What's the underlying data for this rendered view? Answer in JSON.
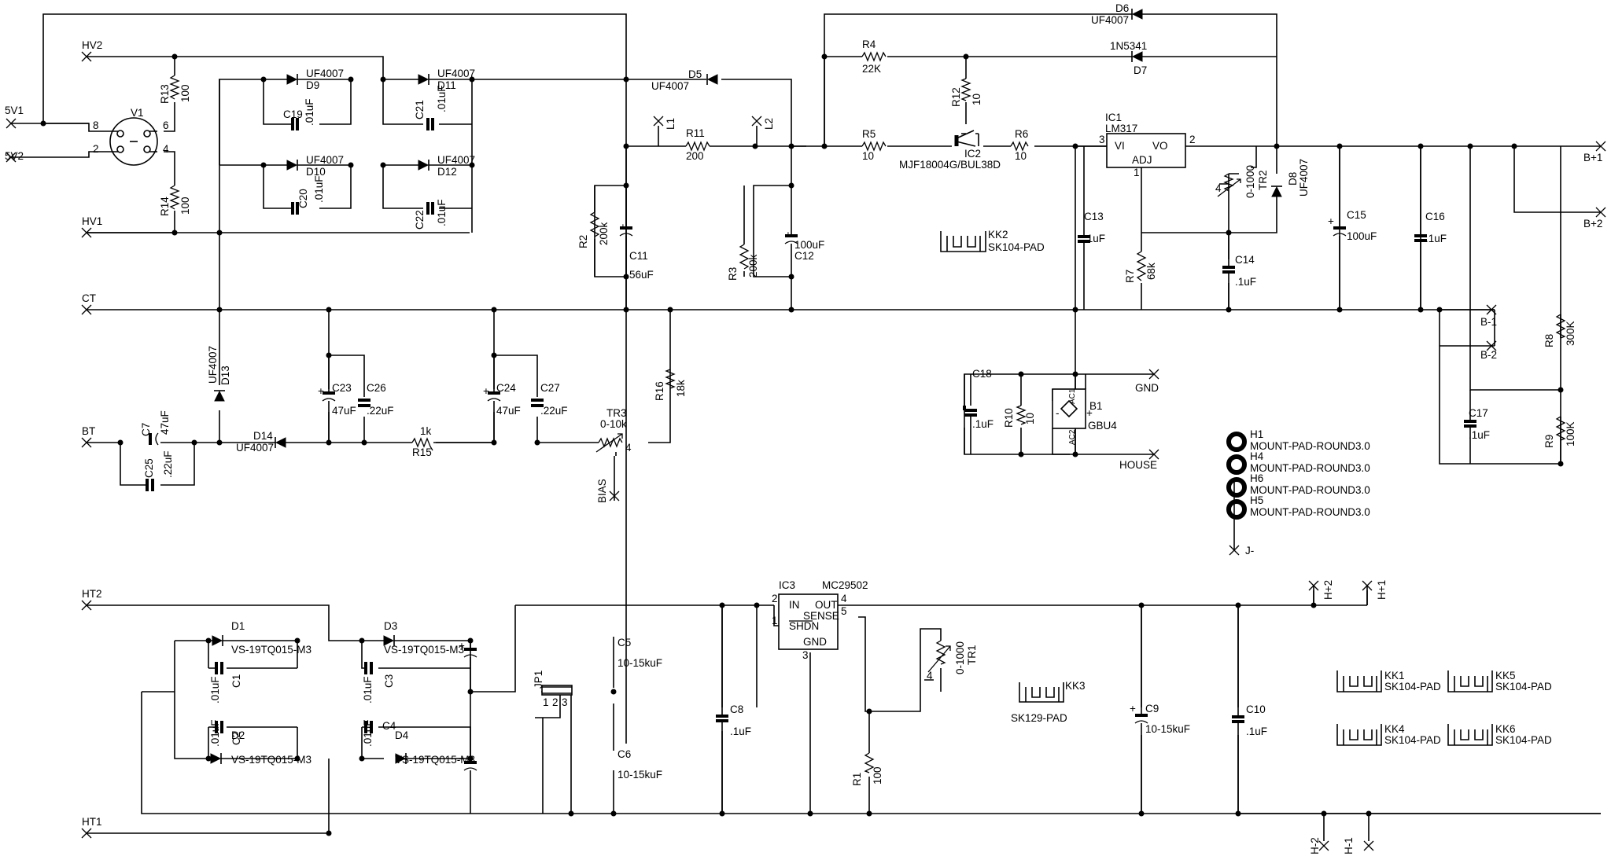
{
  "connectors": [
    {
      "id": "5V1",
      "label": "5V1"
    },
    {
      "id": "5V2",
      "label": "5V2"
    },
    {
      "id": "HV2",
      "label": "HV2"
    },
    {
      "id": "HV1",
      "label": "HV1"
    },
    {
      "id": "CT",
      "label": "CT"
    },
    {
      "id": "BT",
      "label": "BT"
    },
    {
      "id": "HT2",
      "label": "HT2"
    },
    {
      "id": "HT1",
      "label": "HT1"
    },
    {
      "id": "L1",
      "label": "L1"
    },
    {
      "id": "L2",
      "label": "L2"
    },
    {
      "id": "B+1",
      "label": "B+1"
    },
    {
      "id": "B+2",
      "label": "B+2"
    },
    {
      "id": "B-1",
      "label": "B-1"
    },
    {
      "id": "B-2",
      "label": "B-2"
    },
    {
      "id": "GND",
      "label": "GND"
    },
    {
      "id": "HOUSE",
      "label": "HOUSE"
    },
    {
      "id": "BIAS",
      "label": "BIAS"
    },
    {
      "id": "J-",
      "label": "J-"
    },
    {
      "id": "H+2",
      "label": "H+2"
    },
    {
      "id": "H+1",
      "label": "H+1"
    },
    {
      "id": "H-2",
      "label": "H-2"
    },
    {
      "id": "H-1",
      "label": "H-1"
    }
  ],
  "tube": {
    "ref": "V1",
    "pins": [
      "8",
      "6",
      "2",
      "4"
    ]
  },
  "resistors": [
    {
      "ref": "R13",
      "value": "100"
    },
    {
      "ref": "R14",
      "value": "100"
    },
    {
      "ref": "R11",
      "value": "200"
    },
    {
      "ref": "R2",
      "value": "200k"
    },
    {
      "ref": "R3",
      "value": "200k"
    },
    {
      "ref": "R4",
      "value": "22K"
    },
    {
      "ref": "R12",
      "value": "10"
    },
    {
      "ref": "R5",
      "value": "10"
    },
    {
      "ref": "R6",
      "value": "10"
    },
    {
      "ref": "R7",
      "value": "68k"
    },
    {
      "ref": "R10",
      "value": "10"
    },
    {
      "ref": "R15",
      "value": "1k"
    },
    {
      "ref": "R16",
      "value": "18k"
    },
    {
      "ref": "R8",
      "value": "300K"
    },
    {
      "ref": "R9",
      "value": "100K"
    },
    {
      "ref": "R1",
      "value": "100"
    }
  ],
  "capacitors": [
    {
      "ref": "C19",
      "value": ".01uF"
    },
    {
      "ref": "C20",
      "value": ".01uF"
    },
    {
      "ref": "C21",
      "value": ".01uF"
    },
    {
      "ref": "C22",
      "value": ".01uF"
    },
    {
      "ref": "C11",
      "value": "56uF"
    },
    {
      "ref": "C12",
      "value": "100uF"
    },
    {
      "ref": "C13",
      "value": ".1uF"
    },
    {
      "ref": "C14",
      "value": ".1uF"
    },
    {
      "ref": "C15",
      "value": "100uF"
    },
    {
      "ref": "C16",
      "value": ".1uF"
    },
    {
      "ref": "C17",
      "value": ".1uF"
    },
    {
      "ref": "C18",
      "value": ".1uF"
    },
    {
      "ref": "C7",
      "value": "47uF"
    },
    {
      "ref": "C25",
      "value": ".22uF"
    },
    {
      "ref": "C23",
      "value": "47uF"
    },
    {
      "ref": "C26",
      "value": ".22uF"
    },
    {
      "ref": "C24",
      "value": "47uF"
    },
    {
      "ref": "C27",
      "value": ".22uF"
    },
    {
      "ref": "C1",
      "value": ".01uF"
    },
    {
      "ref": "C2",
      "value": ".01uF"
    },
    {
      "ref": "C3",
      "value": ".01uF"
    },
    {
      "ref": "C4",
      "value": ".01uF"
    },
    {
      "ref": "C5",
      "value": "10-15kuF"
    },
    {
      "ref": "C6",
      "value": "10-15kuF"
    },
    {
      "ref": "C8",
      "value": ".1uF"
    },
    {
      "ref": "C9",
      "value": "10-15kuF"
    },
    {
      "ref": "C10",
      "value": ".1uF"
    }
  ],
  "diodes": [
    {
      "ref": "D9",
      "value": "UF4007"
    },
    {
      "ref": "D10",
      "value": "UF4007"
    },
    {
      "ref": "D11",
      "value": "UF4007"
    },
    {
      "ref": "D12",
      "value": "UF4007"
    },
    {
      "ref": "D5",
      "value": "UF4007"
    },
    {
      "ref": "D6",
      "value": "UF4007"
    },
    {
      "ref": "D7",
      "value": "1N5341"
    },
    {
      "ref": "D8",
      "value": "UF4007"
    },
    {
      "ref": "D13",
      "value": "UF4007"
    },
    {
      "ref": "D14",
      "value": "UF4007"
    },
    {
      "ref": "D1",
      "value": "VS-19TQ015-M3"
    },
    {
      "ref": "D2",
      "value": "VS-19TQ015-M3"
    },
    {
      "ref": "D3",
      "value": "VS-19TQ015-M3"
    },
    {
      "ref": "D4",
      "value": "VS-19TQ015-M3"
    }
  ],
  "trimmers": [
    {
      "ref": "TR2",
      "value": "0-1000"
    },
    {
      "ref": "TR3",
      "value": "0-10k"
    },
    {
      "ref": "TR1",
      "value": "0-1000"
    }
  ],
  "ics": [
    {
      "ref": "IC1",
      "value": "LM317",
      "pins": {
        "vi": "VI",
        "vo": "VO",
        "adj": "ADJ",
        "p3": "3",
        "p2": "2",
        "p1": "1"
      }
    },
    {
      "ref": "IC2",
      "value": "MJF18004G/BUL38D"
    },
    {
      "ref": "IC3",
      "value": "MC29502",
      "pins": {
        "in": "IN",
        "out": "OUT",
        "sense": "SENSE",
        "shdn": "SHDN",
        "gnd": "GND",
        "p1": "1",
        "p2": "2",
        "p3": "3",
        "p4": "4",
        "p5": "5"
      }
    }
  ],
  "bridge": {
    "ref": "B1",
    "value": "GBU4",
    "ac1": "AC1",
    "ac2": "AC2",
    "plus": "+",
    "minus": "-"
  },
  "jumper": {
    "ref": "JP1",
    "pins": [
      "1",
      "2",
      "3"
    ]
  },
  "heatsinks": [
    {
      "ref": "KK2",
      "value": "SK104-PAD"
    },
    {
      "ref": "KK3",
      "value": "SK129-PAD"
    },
    {
      "ref": "KK1",
      "value": "SK104-PAD"
    },
    {
      "ref": "KK5",
      "value": "SK104-PAD"
    },
    {
      "ref": "KK4",
      "value": "SK104-PAD"
    },
    {
      "ref": "KK6",
      "value": "SK104-PAD"
    }
  ],
  "mount_pads": [
    {
      "ref": "H1",
      "value": "MOUNT-PAD-ROUND3.0"
    },
    {
      "ref": "H4",
      "value": "MOUNT-PAD-ROUND3.0"
    },
    {
      "ref": "H6",
      "value": "MOUNT-PAD-ROUND3.0"
    },
    {
      "ref": "H5",
      "value": "MOUNT-PAD-ROUND3.0"
    }
  ],
  "trim_wiper_mark": "4"
}
